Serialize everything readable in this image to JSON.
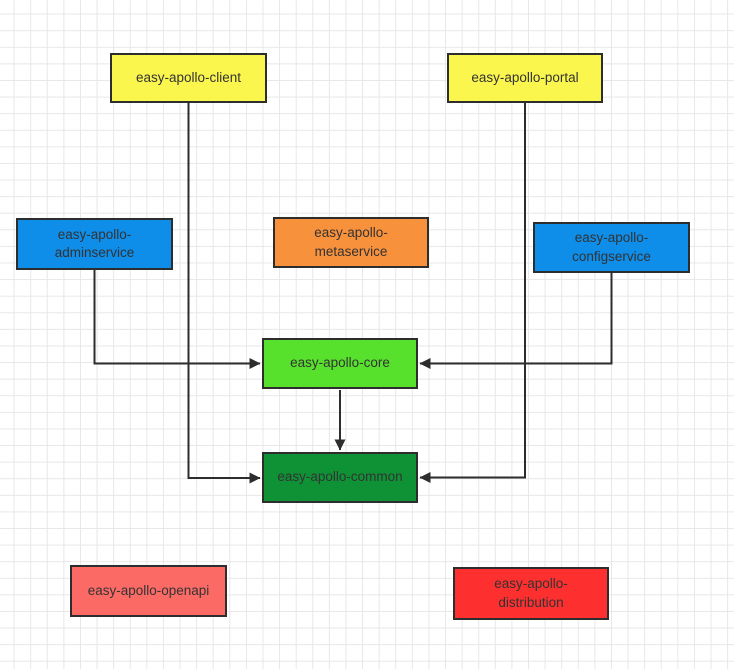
{
  "diagram": {
    "canvas_color": "#ffffff",
    "grid_color": "#e7e7e7",
    "line_color": "#2d2d2d",
    "text_color": "#333333",
    "nodes": [
      {
        "id": "client",
        "label": "easy-apollo-client",
        "fill": "#fbf64e"
      },
      {
        "id": "portal",
        "label": "easy-apollo-portal",
        "fill": "#fbf64e"
      },
      {
        "id": "adminservice",
        "label": "easy-apollo-adminservice",
        "fill": "#0e8de9"
      },
      {
        "id": "metaservice",
        "label": "easy-apollo-metaservice",
        "fill": "#f8913c"
      },
      {
        "id": "configservice",
        "label": "easy-apollo-configservice",
        "fill": "#0e8de9"
      },
      {
        "id": "core",
        "label": "easy-apollo-core",
        "fill": "#57e12d"
      },
      {
        "id": "common",
        "label": "easy-apollo-common",
        "fill": "#0f9235"
      },
      {
        "id": "openapi",
        "label": "easy-apollo-openapi",
        "fill": "#fc6a66"
      },
      {
        "id": "distribution",
        "label": "easy-apollo-distribution",
        "fill": "#fd2f2f"
      }
    ],
    "edges": [
      {
        "from": "adminservice",
        "to": "core"
      },
      {
        "from": "configservice",
        "to": "core"
      },
      {
        "from": "client",
        "to": "common"
      },
      {
        "from": "portal",
        "to": "common"
      },
      {
        "from": "core",
        "to": "common"
      }
    ]
  }
}
